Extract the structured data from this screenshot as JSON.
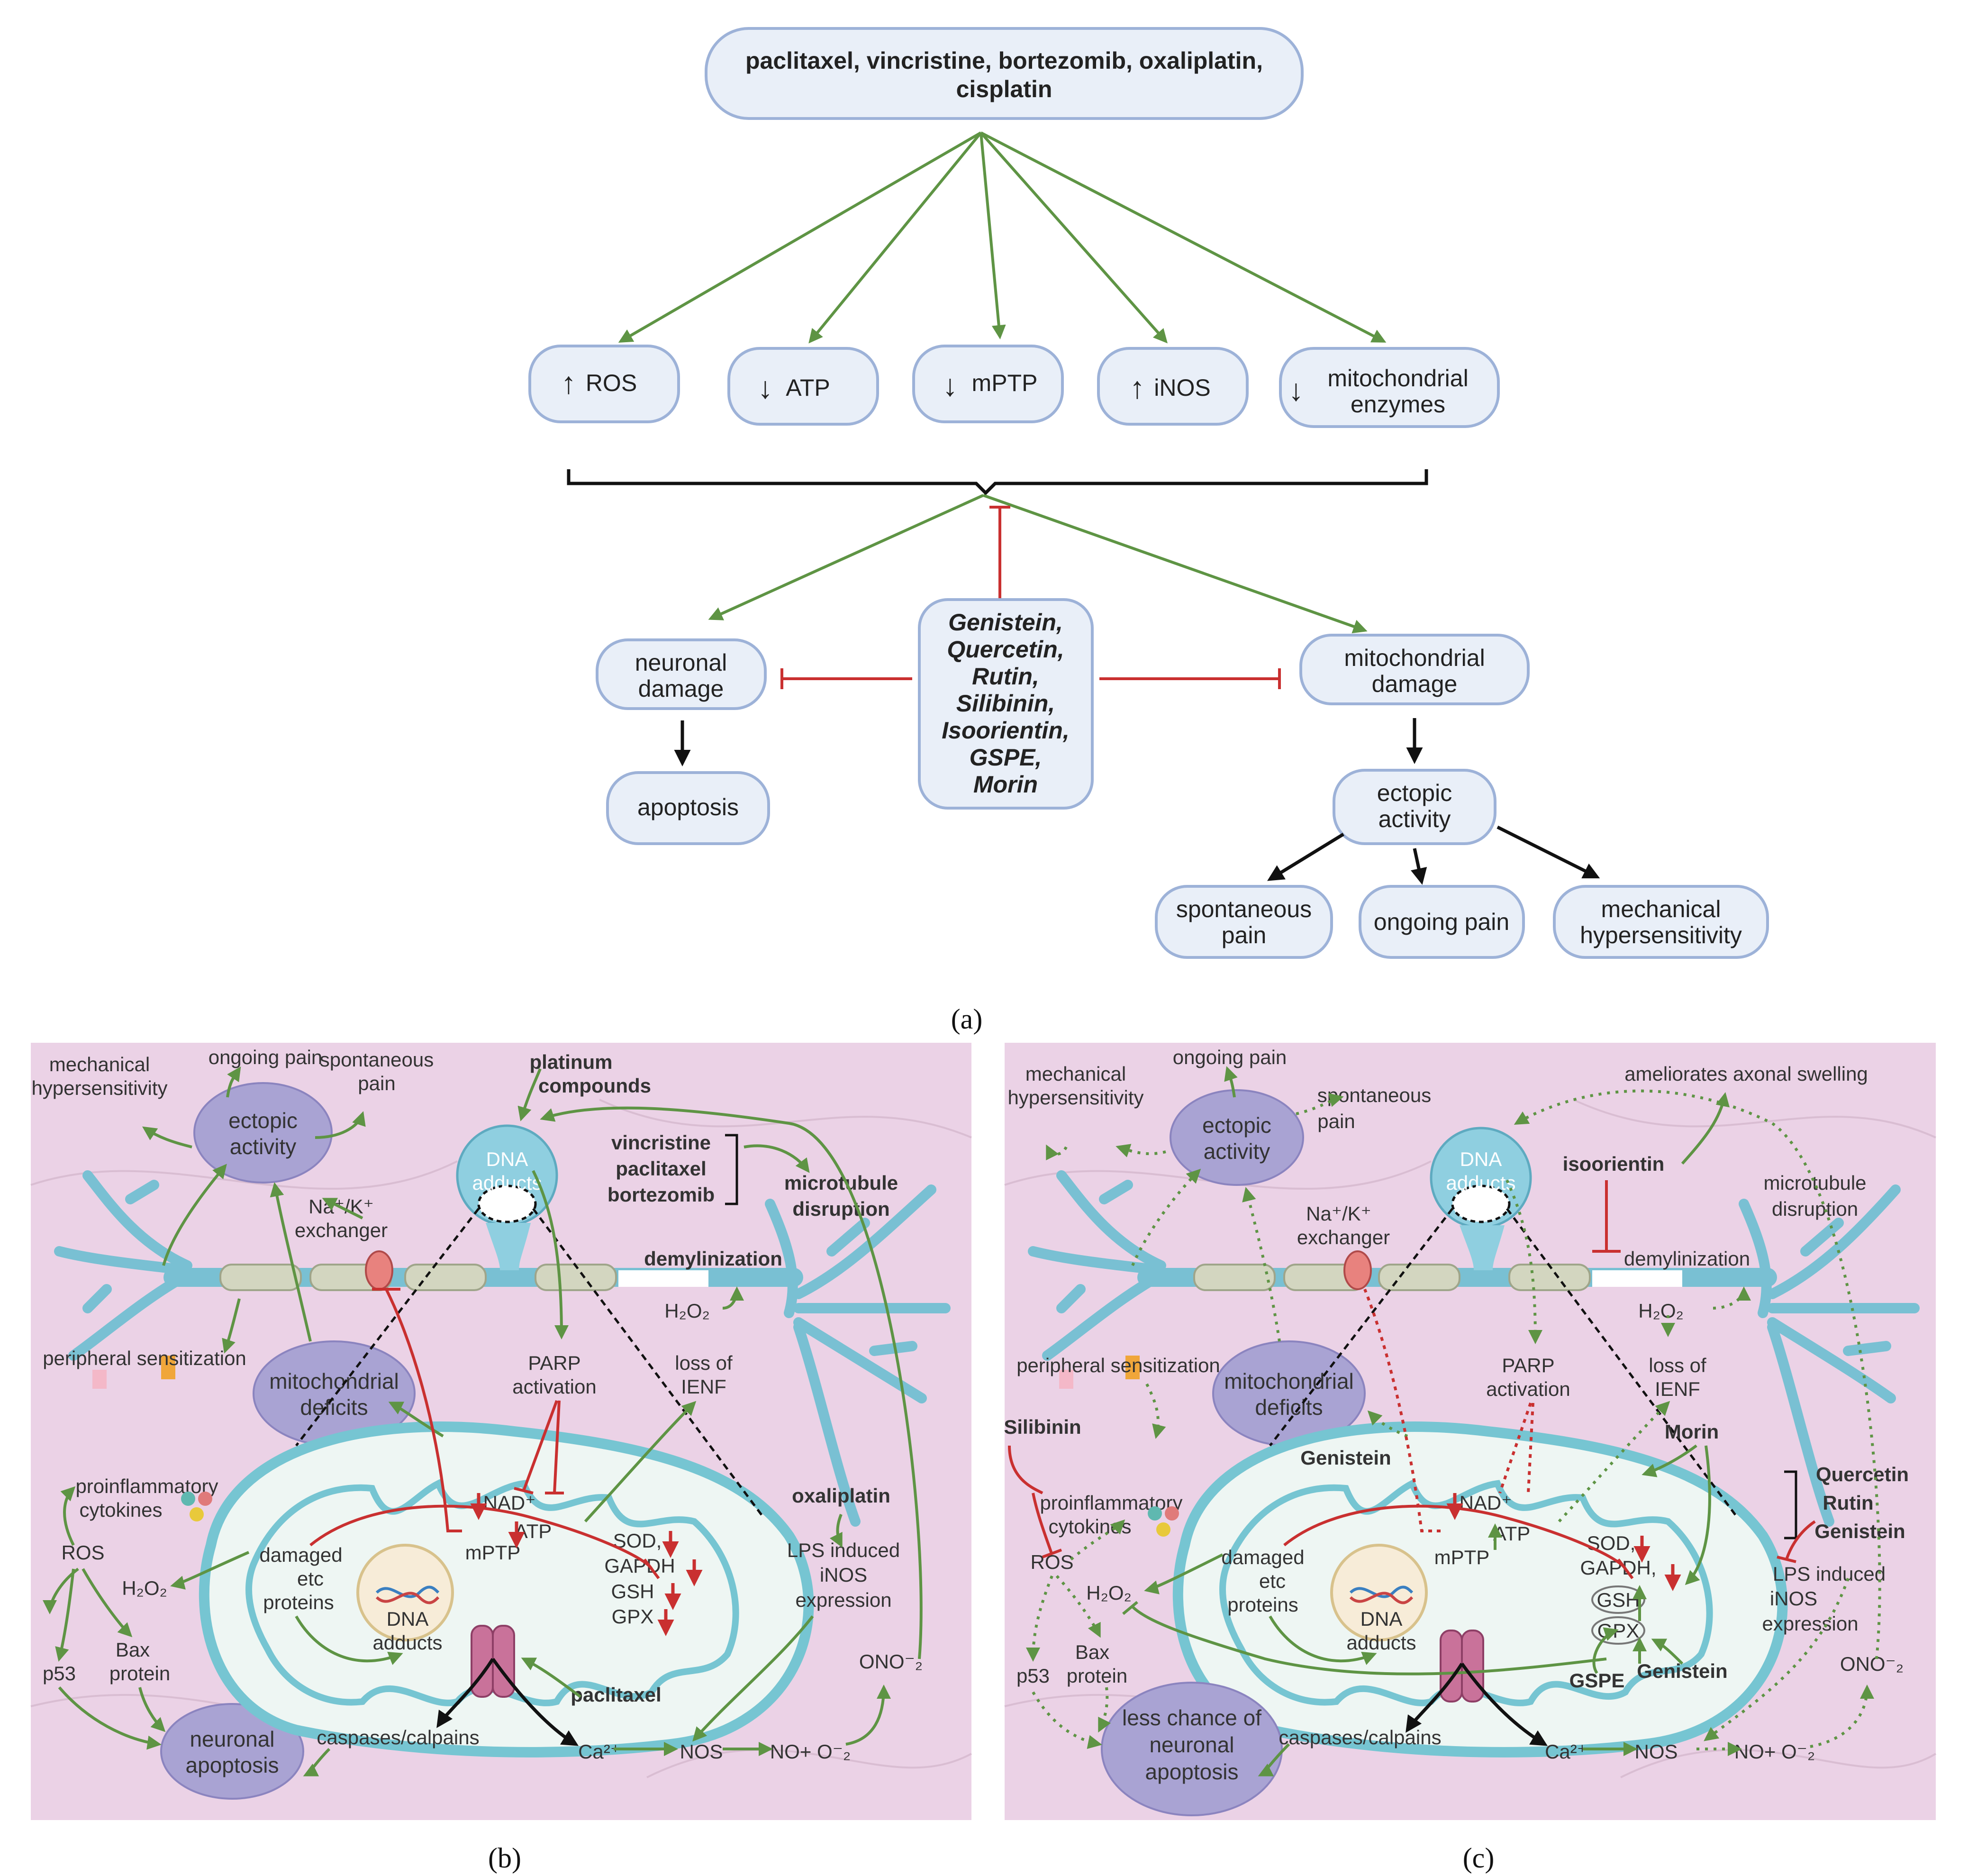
{
  "panel_a": {
    "drugs": [
      "paclitaxel, vincristine, bortezomib, oxaliplatin,",
      "cisplatin"
    ],
    "effects": [
      {
        "arrow": "↑",
        "label": [
          "ROS"
        ]
      },
      {
        "arrow": "↓",
        "label": [
          "ATP"
        ]
      },
      {
        "arrow": "↓",
        "label": [
          "mPTP"
        ]
      },
      {
        "arrow": "↑",
        "label": [
          "iNOS"
        ]
      },
      {
        "arrow": "↓",
        "label": [
          "mitochondrial",
          "enzymes"
        ]
      }
    ],
    "neuronal_damage": [
      "neuronal",
      "damage"
    ],
    "apoptosis": "apoptosis",
    "compounds": [
      "Genistein,",
      "Quercetin,",
      "Rutin,",
      "Silibinin,",
      "Isoorientin,",
      "GSPE,",
      "Morin"
    ],
    "mito_damage": [
      "mitochondrial",
      "damage"
    ],
    "ectopic": [
      "ectopic",
      "activity"
    ],
    "outcomes": [
      [
        "spontaneous",
        "pain"
      ],
      [
        "ongoing pain"
      ],
      [
        "mechanical",
        "hypersensitivity"
      ]
    ],
    "caption": "(a)"
  },
  "panel_b": {
    "caption": "(b)",
    "labels": {
      "mech": [
        "mechanical",
        "hypersensitivity"
      ],
      "ongoing": "ongoing pain",
      "spont": [
        "spontaneous",
        "pain"
      ],
      "ectopic": [
        "ectopic",
        "activity"
      ],
      "platinum": [
        "platinum",
        "compounds"
      ],
      "dna_adducts_top": [
        "DNA",
        "adducts"
      ],
      "drugs": [
        "vincristine",
        "paclitaxel",
        "bortezomib"
      ],
      "microtubule": [
        "microtubule",
        "disruption"
      ],
      "nak": [
        "Na⁺/K⁺",
        "exchanger"
      ],
      "demyel": "demylinization",
      "h2o2_axon": "H₂O₂",
      "periph": "peripheral sensitization",
      "mito_def": [
        "mitochondrial",
        "deficits"
      ],
      "parp": [
        "PARP",
        "activation"
      ],
      "ienf": [
        "loss of",
        "IENF"
      ],
      "cytokines": [
        "proinflammatory",
        "cytokines"
      ],
      "ros": "ROS",
      "h2o2": "H₂O₂",
      "p53": "p53",
      "bax": [
        "Bax",
        "protein"
      ],
      "nad": "NAD⁺",
      "atp": "ATP",
      "damaged": [
        "damaged",
        "etc",
        "proteins"
      ],
      "dna_inner": [
        "DNA",
        "adducts"
      ],
      "mptp": "mPTP",
      "enzymes": [
        "SOD,",
        "GAPDH",
        "GSH",
        "GPX"
      ],
      "oxali": "oxaliplatin",
      "lps": [
        "LPS induced",
        "iNOS",
        "expression"
      ],
      "paclitaxel": "paclitaxel",
      "ono": "ONO⁻₂",
      "neuro_apop": [
        "neuronal",
        "apoptosis"
      ],
      "caspases": "caspases/calpains",
      "ca": "Ca²⁺",
      "nos": "NOS",
      "no": "NO+ O⁻₂"
    }
  },
  "panel_c": {
    "caption": "(c)",
    "labels": {
      "mech": [
        "mechanical",
        "hypersensitivity"
      ],
      "ongoing": "ongoing pain",
      "spont": [
        "spontaneous",
        "pain"
      ],
      "ectopic": [
        "ectopic",
        "activity"
      ],
      "dna_adducts_top": [
        "DNA",
        "adducts"
      ],
      "axonal": "ameliorates axonal swelling",
      "isoorientin": "isoorientin",
      "microtubule": [
        "microtubule",
        "disruption"
      ],
      "nak": [
        "Na⁺/K⁺",
        "exchanger"
      ],
      "demyel": "demylinization",
      "h2o2_axon": "H₂O₂",
      "periph": "peripheral sensitization",
      "mito_def": [
        "mitochondrial",
        "deficits"
      ],
      "parp": [
        "PARP",
        "activation"
      ],
      "ienf": [
        "loss of",
        "IENF"
      ],
      "silibinin": "Silibinin",
      "morin": "Morin",
      "genistein_top": "Genistein",
      "qrg": [
        "Quercetin",
        "Rutin",
        "Genistein"
      ],
      "cytokines": [
        "proinflammatory",
        "cytokines"
      ],
      "ros": "ROS",
      "h2o2": "H₂O₂",
      "p53": "p53",
      "bax": [
        "Bax",
        "protein"
      ],
      "nad": "NAD⁺",
      "atp": "ATP",
      "damaged": [
        "damaged",
        "etc",
        "proteins"
      ],
      "dna_inner": [
        "DNA",
        "adducts"
      ],
      "mptp": "mPTP",
      "enzymes": [
        "SOD,",
        "GAPDH,",
        "GSH",
        "GPX"
      ],
      "gspe": "GSPE",
      "genistein_bot": "Genistein",
      "lps": [
        "LPS induced",
        "iNOS",
        "expression"
      ],
      "ono": "ONO⁻₂",
      "less_apop": [
        "less chance of",
        "neuronal",
        "apoptosis"
      ],
      "caspases": "caspases/calpains",
      "ca": "Ca²⁺",
      "nos": "NOS",
      "no": "NO+ O⁻₂"
    }
  },
  "colors": {
    "pill_fill": "#e9eff8",
    "pill_stroke": "#9db2d8",
    "green": "#5e9444",
    "red": "#c93030",
    "panel_bg": "#ebd2e6",
    "neuron": "#79c0d3",
    "mito_fill": "#eef6f3",
    "mito_stroke": "#76c5d2",
    "lavender": "#a9a3d3"
  }
}
